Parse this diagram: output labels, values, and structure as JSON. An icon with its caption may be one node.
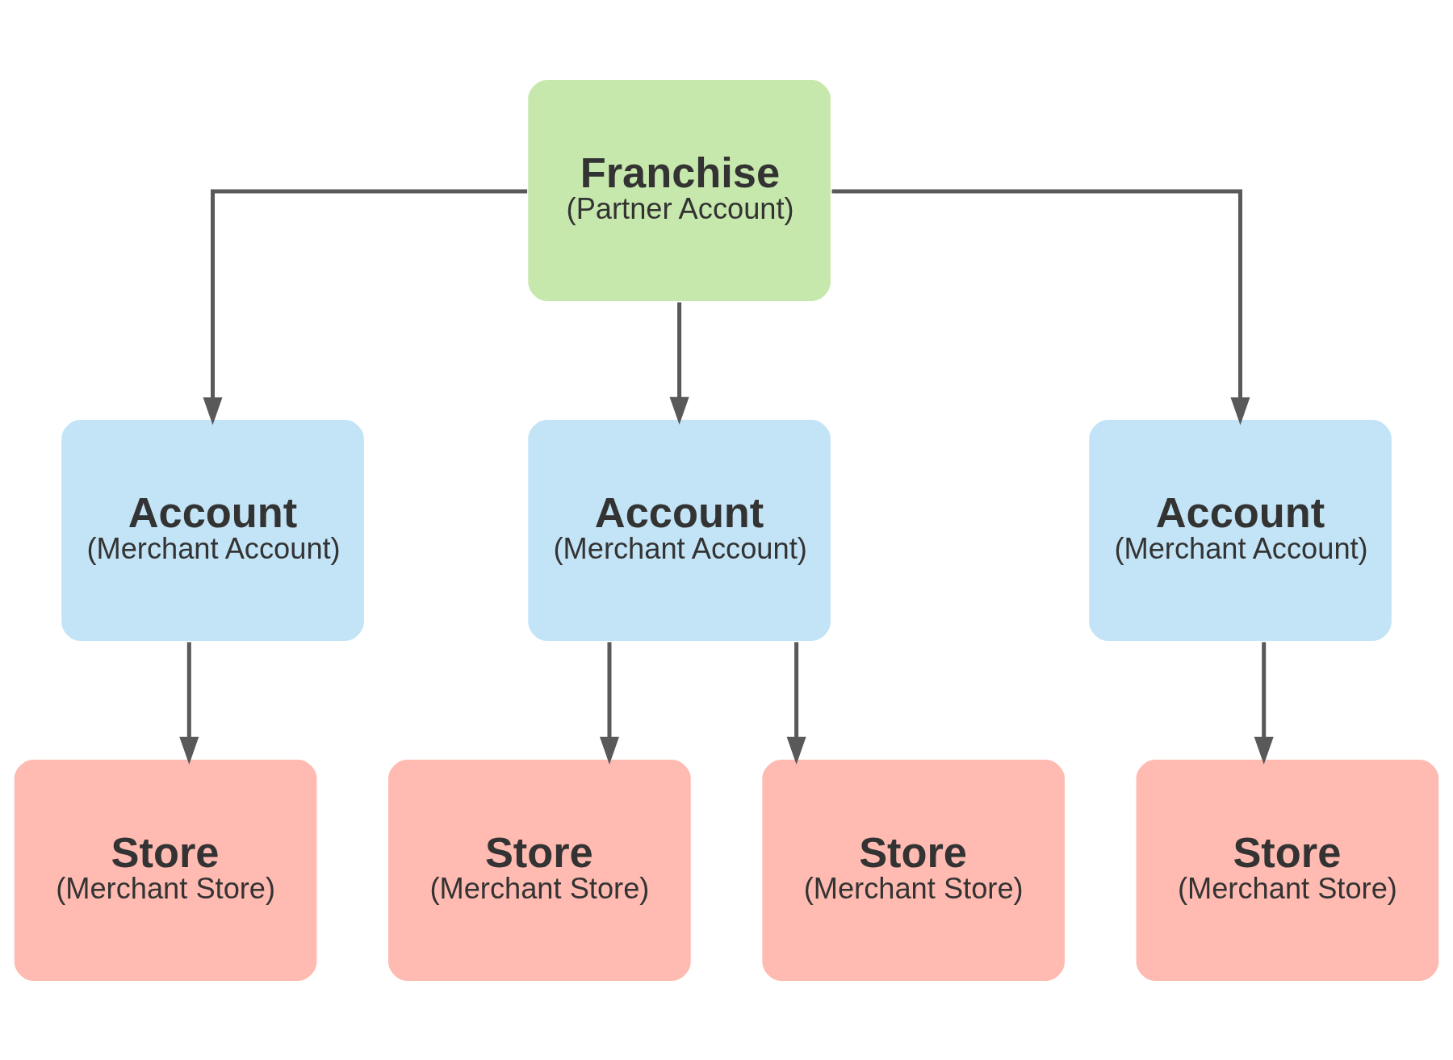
{
  "diagram": {
    "nodes": [
      {
        "text": [
          "Franchise",
          "(Partner Account)"
        ]
      },
      {
        "text": [
          "Account",
          "(Merchant Account)"
        ]
      },
      {
        "text": [
          "Account",
          "(Merchant Account)"
        ]
      },
      {
        "text": [
          "Account",
          "(Merchant Account)"
        ]
      },
      {
        "text": [
          "Store",
          "(Merchant Store)"
        ]
      },
      {
        "text": [
          "Store",
          "(Merchant Store)"
        ]
      },
      {
        "text": [
          "Store",
          "(Merchant Store)"
        ]
      },
      {
        "text": [
          "Store",
          "(Merchant Store)"
        ]
      }
    ],
    "edges": [
      {
        "from": 0,
        "to": 1,
        "arrow": "to"
      },
      {
        "from": 0,
        "to": 2,
        "arrow": "to"
      },
      {
        "from": 0,
        "to": 3,
        "arrow": "to"
      },
      {
        "from": 1,
        "to": 4,
        "arrow": "to"
      },
      {
        "from": 2,
        "to": 5,
        "arrow": "to"
      },
      {
        "from": 2,
        "to": 6,
        "arrow": "to"
      },
      {
        "from": 3,
        "to": 7,
        "arrow": "to"
      }
    ]
  }
}
